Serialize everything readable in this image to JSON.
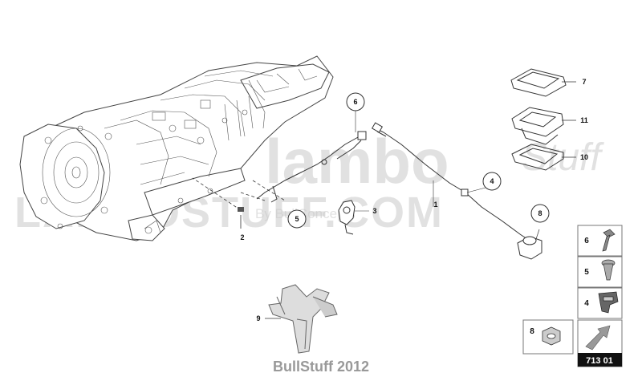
{
  "watermark": {
    "brand_main": "lambo",
    "brand_script": "Stuff",
    "brand_secondary": "LAMBOSTUFF.COM",
    "tagline": "By BullConcepts"
  },
  "callouts": {
    "c1": "1",
    "c2": "2",
    "c3": "3",
    "c4": "4",
    "c5": "5",
    "c6": "6",
    "c7": "7",
    "c8": "8",
    "c9": "9",
    "c10": "10",
    "c11": "11"
  },
  "legend": {
    "items": [
      {
        "number": "6",
        "icon": "bolt-icon"
      },
      {
        "number": "5",
        "icon": "screw-icon"
      },
      {
        "number": "4",
        "icon": "clip-icon"
      },
      {
        "number": "8",
        "icon": "nut-icon"
      }
    ],
    "diagram_code": "713 01"
  },
  "footer": {
    "text": "BullStuff 2012"
  }
}
